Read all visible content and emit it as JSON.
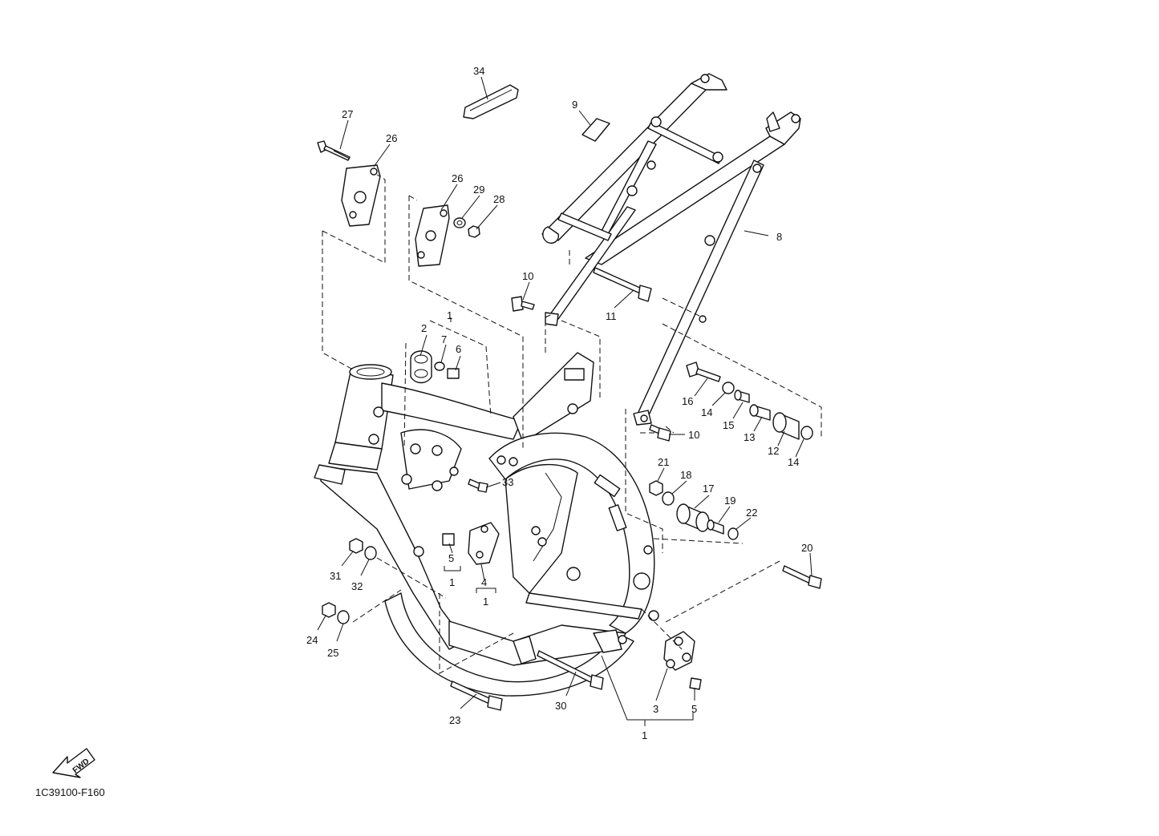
{
  "diagram": {
    "catalog_code": "1C39100-F160",
    "fwd_label": "FWD",
    "callouts": {
      "c34": "34",
      "c9": "9",
      "c27": "27",
      "c26a": "26",
      "c26b": "26",
      "c29": "29",
      "c28": "28",
      "c8": "8",
      "c10a": "10",
      "c11": "11",
      "c1a": "1",
      "c2": "2",
      "c7": "7",
      "c6": "6",
      "c16": "16",
      "c14a": "14",
      "c15": "15",
      "c13": "13",
      "c12": "12",
      "c14b": "14",
      "c10b": "10",
      "c21": "21",
      "c18": "18",
      "c17": "17",
      "c19": "19",
      "c22": "22",
      "c33": "33",
      "c20": "20",
      "c5a": "5",
      "c1b": "1",
      "c4": "4",
      "c1c": "1",
      "c31": "31",
      "c32": "32",
      "c24": "24",
      "c25": "25",
      "c23": "23",
      "c30": "30",
      "c3": "3",
      "c5b": "5",
      "c1d": "1"
    }
  }
}
